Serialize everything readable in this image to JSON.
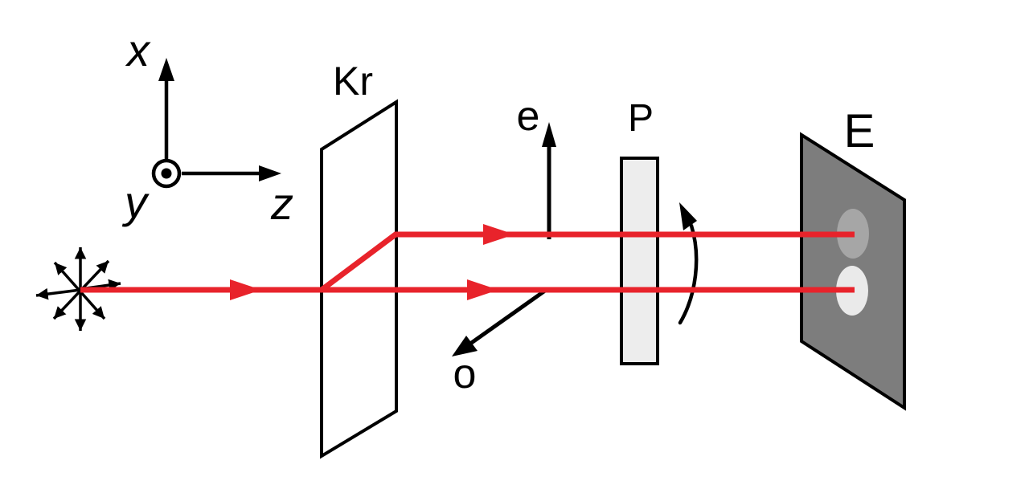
{
  "figure": {
    "type": "optics-birefringence-diagram",
    "background": "#ffffff",
    "colors": {
      "ray_red": "#e8232b",
      "line_black": "#000000",
      "crystal_fill": "#ffffff",
      "polarizer_fill": "#ededed",
      "screen_fill": "#7d7d7d",
      "spot_upper": "#a6a6a6",
      "spot_lower": "#eaeaea"
    },
    "axis_labels": {
      "x": "x",
      "y": "y",
      "z": "z"
    },
    "component_labels": {
      "crystal": "Kr",
      "polarizer": "P",
      "screen": "E",
      "extraordinary_ray": "e",
      "ordinary_ray": "o"
    }
  }
}
